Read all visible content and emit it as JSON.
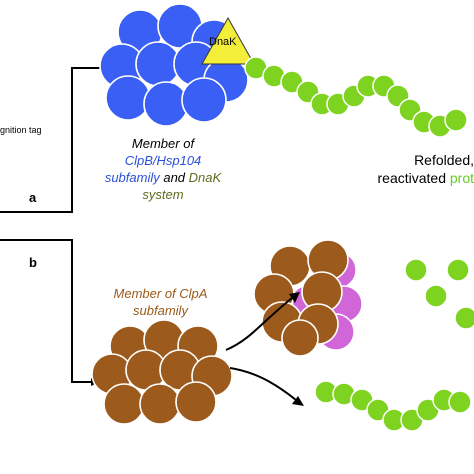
{
  "labels": {
    "recognition_tag": "gnition tag",
    "panel_a": "a",
    "panel_b": "b",
    "dnak": "DnaK"
  },
  "caption_top": {
    "line1": "Member of",
    "line2": "ClpB/Hsp104",
    "line3a": "subfamily",
    "line3b": " and ",
    "line3c": "DnaK",
    "line4": "system"
  },
  "refolded": {
    "line1": "Refolded,",
    "line2a": "reactivated ",
    "line2b": "prot"
  },
  "caption_bottom": {
    "line1": "Member of ClpA",
    "line2": "subfamily"
  },
  "colors": {
    "clpb_blue": "#3a5ff5",
    "dnak_yellow": "#f2ee3a",
    "protein_green": "#7ed321",
    "clpa_brown": "#9c5a1c",
    "clpp_pink": "#d066d8",
    "caption_blue": "#2b4fd6",
    "caption_olive": "#5e6a1e",
    "caption_brown": "#9a5a1a"
  }
}
